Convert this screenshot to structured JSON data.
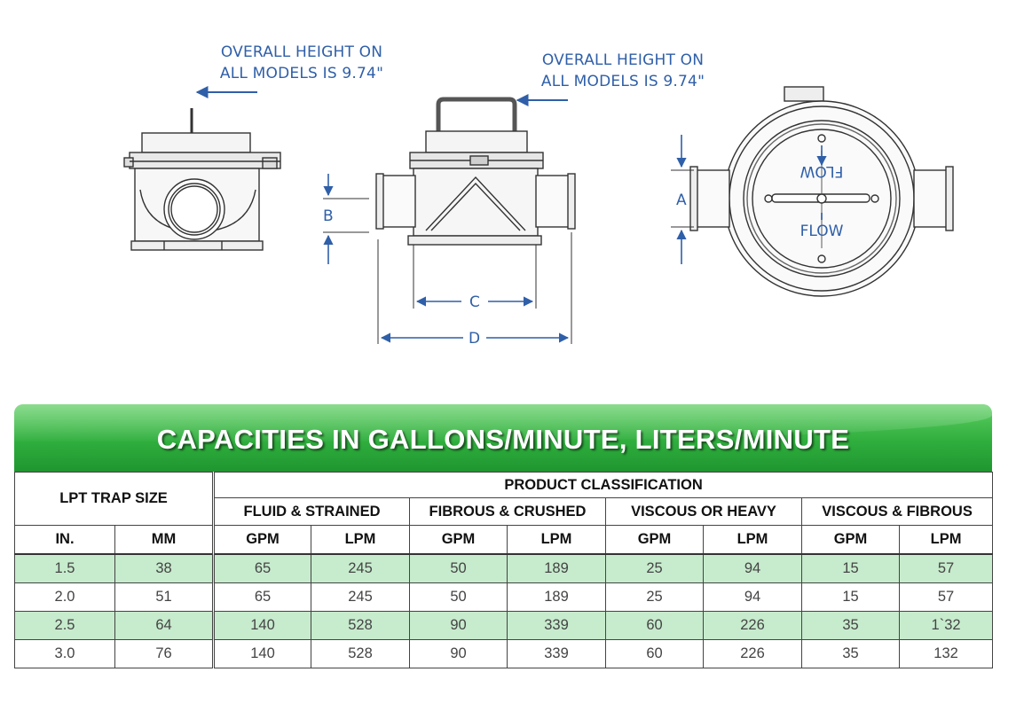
{
  "drawing": {
    "note_left": [
      "OVERALL HEIGHT ON",
      "ALL MODELS IS 9.74\""
    ],
    "note_center": [
      "OVERALL HEIGHT ON",
      "ALL MODELS IS 9.74\""
    ],
    "dim_labels": {
      "a": "A",
      "b": "B",
      "c": "C",
      "d": "D"
    },
    "flow_labels": {
      "top": "FLOW",
      "bottom": "FLOW"
    },
    "accent_color": "#2f5fa8"
  },
  "table": {
    "title": "CAPACITIES IN GALLONS/MINUTE, LITERS/MINUTE",
    "trap_size_header": "LPT TRAP SIZE",
    "classification_header": "PRODUCT CLASSIFICATION",
    "groups": [
      "FLUID & STRAINED",
      "FIBROUS & CRUSHED",
      "VISCOUS OR HEAVY",
      "VISCOUS & FIBROUS"
    ],
    "units": [
      "IN.",
      "MM",
      "GPM",
      "LPM",
      "GPM",
      "LPM",
      "GPM",
      "LPM",
      "GPM",
      "LPM"
    ],
    "rows": [
      [
        "1.5",
        "38",
        "65",
        "245",
        "50",
        "189",
        "25",
        "94",
        "15",
        "57"
      ],
      [
        "2.0",
        "51",
        "65",
        "245",
        "50",
        "189",
        "25",
        "94",
        "15",
        "57"
      ],
      [
        "2.5",
        "64",
        "140",
        "528",
        "90",
        "339",
        "60",
        "226",
        "35",
        "1`32"
      ],
      [
        "3.0",
        "76",
        "140",
        "528",
        "90",
        "339",
        "60",
        "226",
        "35",
        "132"
      ]
    ],
    "banner_color": "#2fae3d",
    "row_highlight_color": "#c7ebcd"
  }
}
